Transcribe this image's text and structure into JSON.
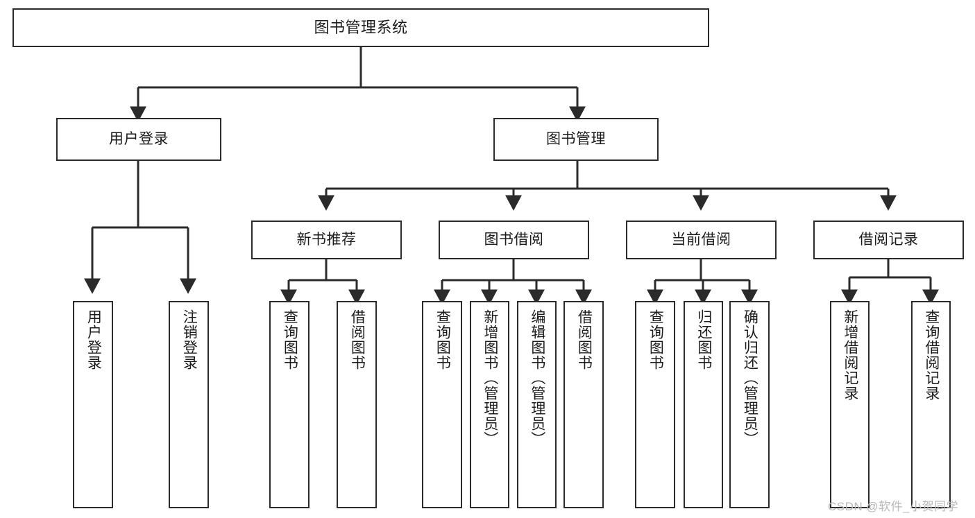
{
  "diagram": {
    "type": "tree-hierarchy-chart",
    "title": "图书管理系统",
    "line_color": "#2b2b2b",
    "box_fill": "#ffffff",
    "background": "#ffffff",
    "watermark_color": "#b9b9b9"
  },
  "watermark": {
    "text": "CSDN @软件_小贺同学"
  },
  "nodes": {
    "root": {
      "label": "图书管理系统",
      "level": 0
    },
    "level1": [
      {
        "id": "user-login",
        "label": "用户登录"
      },
      {
        "id": "book-management",
        "label": "图书管理"
      }
    ],
    "level2": [
      {
        "id": "new-book-recommend",
        "label": "新书推荐",
        "parent": "book-management"
      },
      {
        "id": "book-borrow",
        "label": "图书借阅",
        "parent": "book-management"
      },
      {
        "id": "current-borrow",
        "label": "当前借阅",
        "parent": "book-management"
      },
      {
        "id": "borrow-record",
        "label": "借阅记录",
        "parent": "book-management"
      }
    ],
    "leaves": [
      {
        "id": "leaf-user-login",
        "label": "用户登录",
        "parent": "user-login"
      },
      {
        "id": "leaf-user-logout",
        "label": "注销登录",
        "parent": "user-login"
      },
      {
        "id": "leaf-query-book-1",
        "label": "查询图书",
        "parent": "new-book-recommend"
      },
      {
        "id": "leaf-borrow-book-1",
        "label": "借阅图书",
        "parent": "new-book-recommend"
      },
      {
        "id": "leaf-query-book-2",
        "label": "查询图书",
        "parent": "book-borrow"
      },
      {
        "id": "leaf-add-book",
        "label": "新增图书（管理员）",
        "parent": "book-borrow"
      },
      {
        "id": "leaf-edit-book",
        "label": "编辑图书（管理员）",
        "parent": "book-borrow"
      },
      {
        "id": "leaf-borrow-book-2",
        "label": "借阅图书",
        "parent": "book-borrow"
      },
      {
        "id": "leaf-query-book-3",
        "label": "查询图书",
        "parent": "current-borrow"
      },
      {
        "id": "leaf-return-book",
        "label": "归还图书",
        "parent": "current-borrow"
      },
      {
        "id": "leaf-confirm-return",
        "label": "确认归还（管理员）",
        "parent": "current-borrow"
      },
      {
        "id": "leaf-add-record",
        "label": "新增借阅记录",
        "parent": "borrow-record"
      },
      {
        "id": "leaf-query-record",
        "label": "查询借阅记录",
        "parent": "borrow-record"
      }
    ]
  }
}
